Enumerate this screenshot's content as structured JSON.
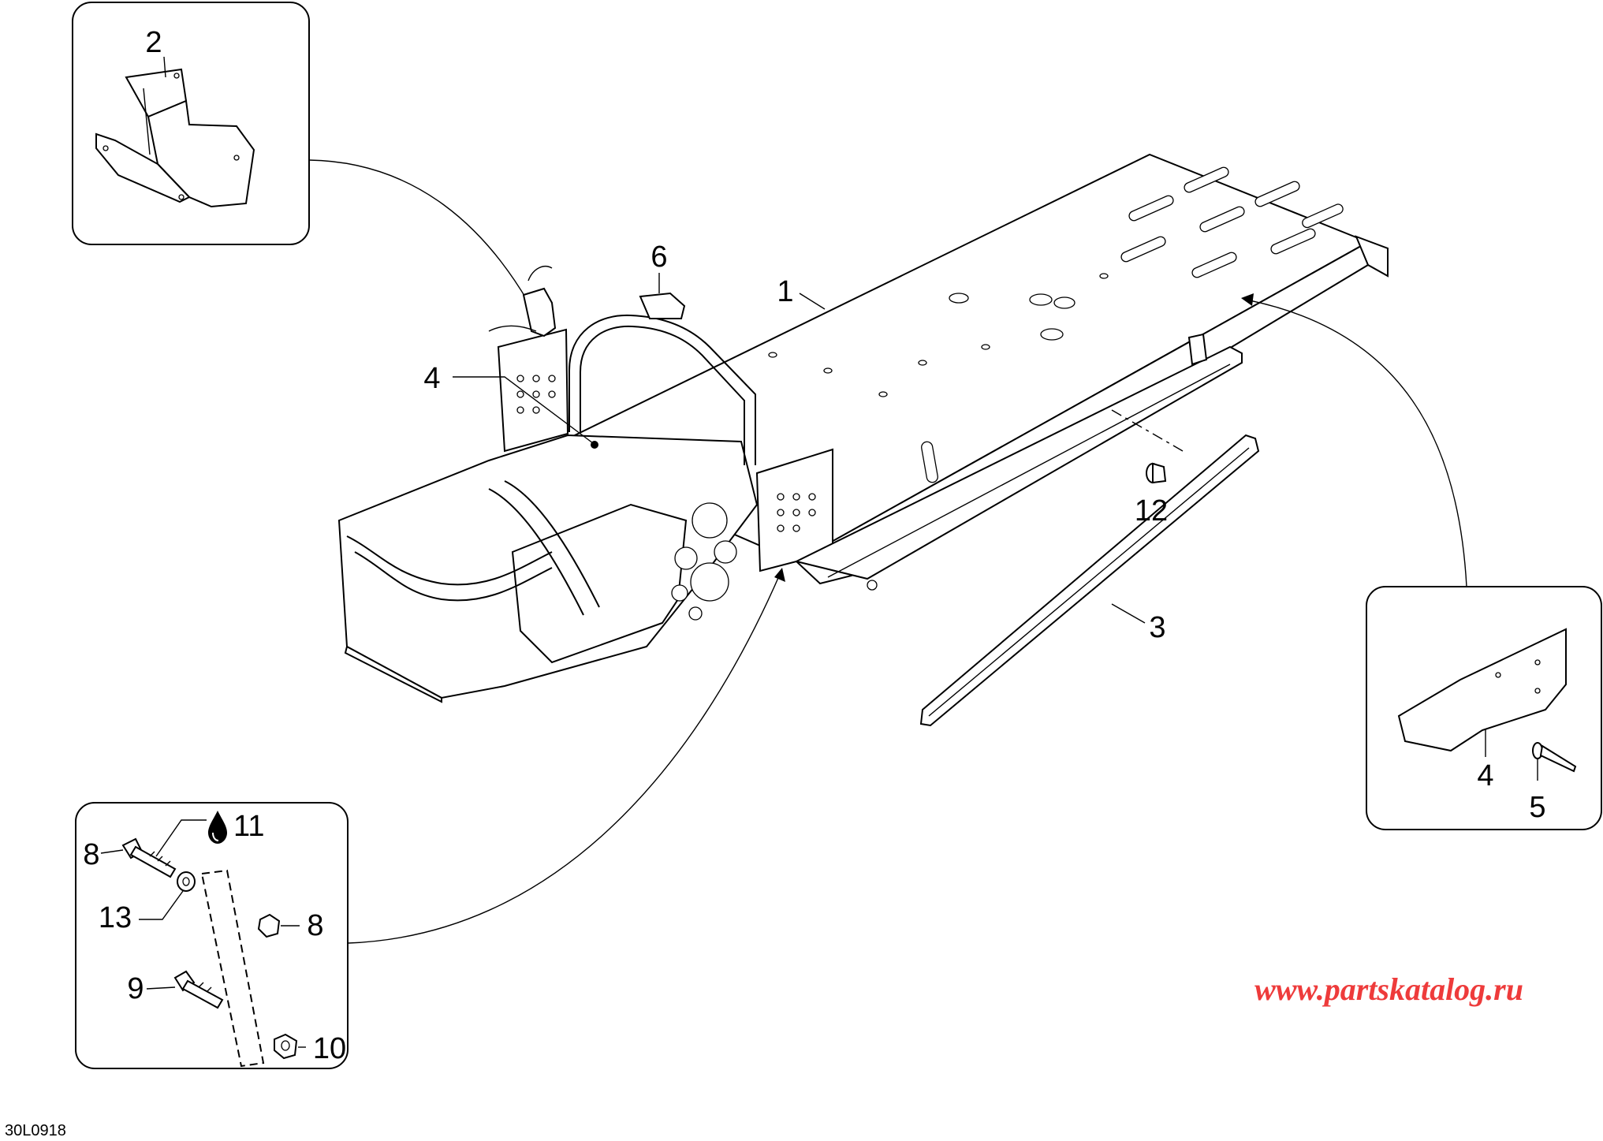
{
  "callouts": {
    "c1": "1",
    "c2": "2",
    "c3": "3",
    "c4_main": "4",
    "c4_inset": "4",
    "c5": "5",
    "c6": "6",
    "c8_top": "8",
    "c8_right": "8",
    "c9": "9",
    "c10": "10",
    "c11": "11",
    "c12": "12",
    "c13": "13"
  },
  "figure_code": "30L0918",
  "watermark": "www.partskatalog.ru",
  "colors": {
    "watermark": "#ee3b3b",
    "line": "#000000",
    "background": "#ffffff"
  },
  "icons": {
    "loctite_drop": "drop-icon"
  }
}
